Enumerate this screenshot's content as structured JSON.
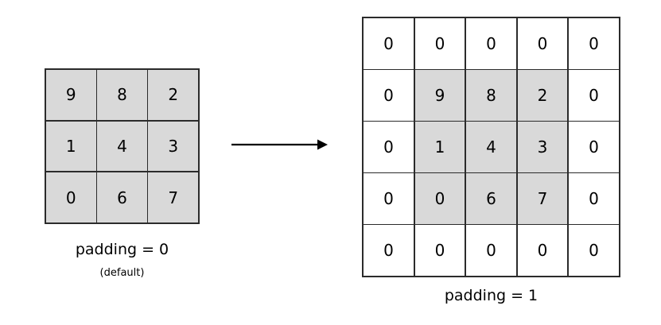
{
  "diagram": {
    "title_text": "",
    "background_color": "#ffffff",
    "cell_fill_color": "#d9d9d9",
    "cell_empty_color": "#ffffff",
    "border_color": "#2b2b2b",
    "text_color": "#000000"
  },
  "left_matrix": {
    "label": "padding = 0",
    "sublabel": "(default)",
    "rows": 3,
    "cols": 3,
    "cells": [
      [
        {
          "value": "9",
          "filled": true
        },
        {
          "value": "8",
          "filled": true
        },
        {
          "value": "2",
          "filled": true
        }
      ],
      [
        {
          "value": "1",
          "filled": true
        },
        {
          "value": "4",
          "filled": true
        },
        {
          "value": "3",
          "filled": true
        }
      ],
      [
        {
          "value": "0",
          "filled": true
        },
        {
          "value": "6",
          "filled": true
        },
        {
          "value": "7",
          "filled": true
        }
      ]
    ]
  },
  "right_matrix": {
    "label": "padding = 1",
    "rows": 5,
    "cols": 5,
    "cells": [
      [
        {
          "value": "0",
          "filled": false
        },
        {
          "value": "0",
          "filled": false
        },
        {
          "value": "0",
          "filled": false
        },
        {
          "value": "0",
          "filled": false
        },
        {
          "value": "0",
          "filled": false
        }
      ],
      [
        {
          "value": "0",
          "filled": false
        },
        {
          "value": "9",
          "filled": true
        },
        {
          "value": "8",
          "filled": true
        },
        {
          "value": "2",
          "filled": true
        },
        {
          "value": "0",
          "filled": false
        }
      ],
      [
        {
          "value": "0",
          "filled": false
        },
        {
          "value": "1",
          "filled": true
        },
        {
          "value": "4",
          "filled": true
        },
        {
          "value": "3",
          "filled": true
        },
        {
          "value": "0",
          "filled": false
        }
      ],
      [
        {
          "value": "0",
          "filled": false
        },
        {
          "value": "0",
          "filled": true
        },
        {
          "value": "6",
          "filled": true
        },
        {
          "value": "7",
          "filled": true
        },
        {
          "value": "0",
          "filled": false
        }
      ],
      [
        {
          "value": "0",
          "filled": false
        },
        {
          "value": "0",
          "filled": false
        },
        {
          "value": "0",
          "filled": false
        },
        {
          "value": "0",
          "filled": false
        },
        {
          "value": "0",
          "filled": false
        }
      ]
    ]
  },
  "arrow": {
    "direction": "right",
    "color": "#000000"
  }
}
